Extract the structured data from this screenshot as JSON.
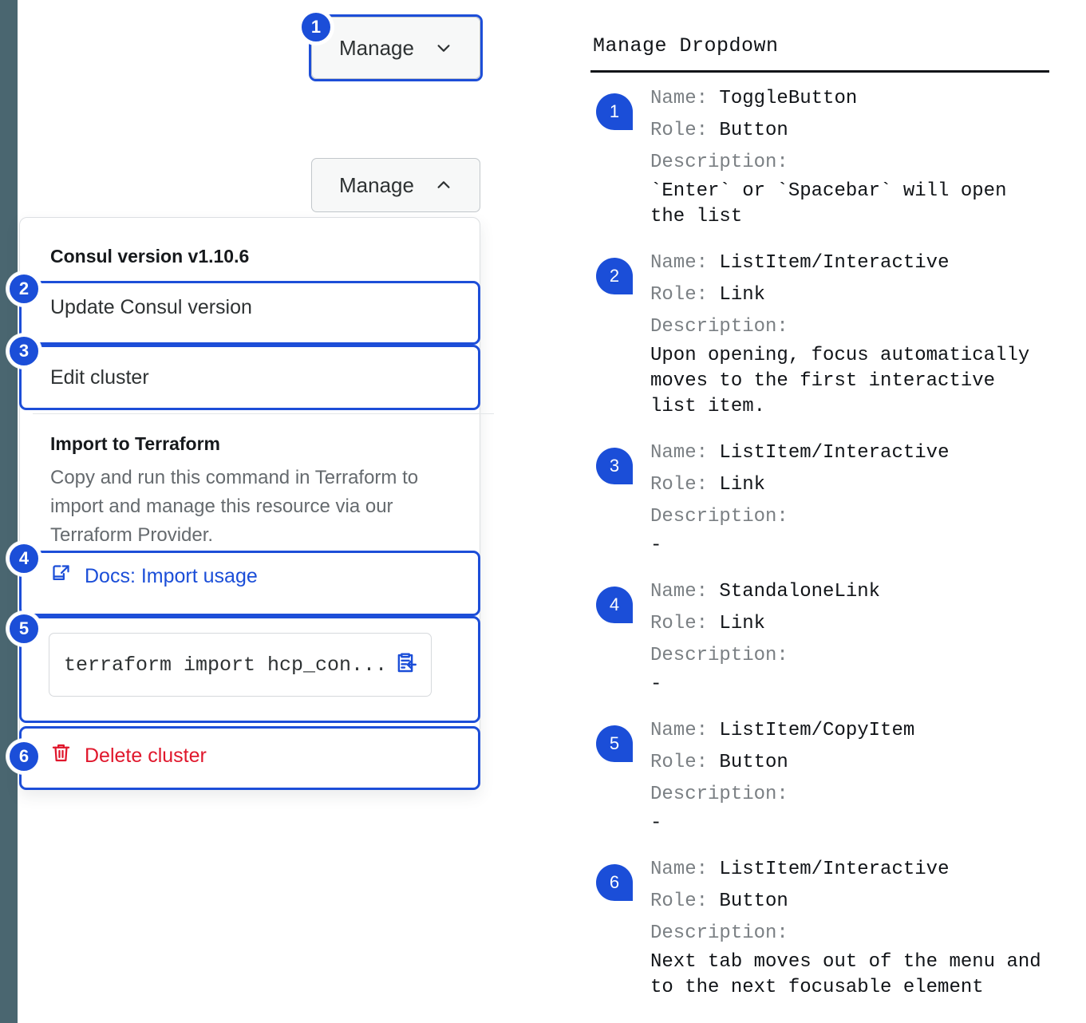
{
  "left": {
    "manage_button_closed": {
      "label": "Manage",
      "icon": "chevron-down-icon"
    },
    "manage_button_open": {
      "label": "Manage",
      "icon": "chevron-up-icon"
    },
    "dropdown": {
      "version_heading": "Consul version v1.10.6",
      "update_item": "Update Consul version",
      "edit_item": "Edit cluster",
      "import_heading": "Import to Terraform",
      "import_description": "Copy and run this command in Terraform to import and manage this resource via our Terraform Provider.",
      "docs_link": "Docs: Import usage",
      "docs_icon": "docs-external-link-icon",
      "copy_command": "terraform import hcp_con...",
      "copy_icon": "clipboard-copy-icon",
      "delete_item": "Delete cluster",
      "delete_icon": "trash-icon"
    },
    "badges": [
      "1",
      "2",
      "3",
      "4",
      "5",
      "6"
    ]
  },
  "right": {
    "title": "Manage Dropdown",
    "labels": {
      "name": "Name:",
      "role": "Role:",
      "description": "Description:"
    },
    "items": [
      {
        "badge": "1",
        "name": "ToggleButton",
        "role": "Button",
        "description": "`Enter` or `Spacebar` will open\nthe list"
      },
      {
        "badge": "2",
        "name": "ListItem/Interactive",
        "role": "Link",
        "description": "Upon opening, focus automatically\nmoves to the first interactive\nlist item."
      },
      {
        "badge": "3",
        "name": "ListItem/Interactive",
        "role": "Link",
        "description": "-"
      },
      {
        "badge": "4",
        "name": "StandaloneLink",
        "role": "Link",
        "description": "-"
      },
      {
        "badge": "5",
        "name": "ListItem/CopyItem",
        "role": "Button",
        "description": "-"
      },
      {
        "badge": "6",
        "name": "ListItem/Interactive",
        "role": "Button",
        "description": "Next tab moves out of the menu and\nto the next focusable element"
      }
    ]
  },
  "colors": {
    "accent_blue": "#1b4ed8",
    "focus_blue": "#1d4ed8",
    "danger_red": "#e0172c",
    "stripe": "#4a6670",
    "muted_text": "#656a6e"
  }
}
